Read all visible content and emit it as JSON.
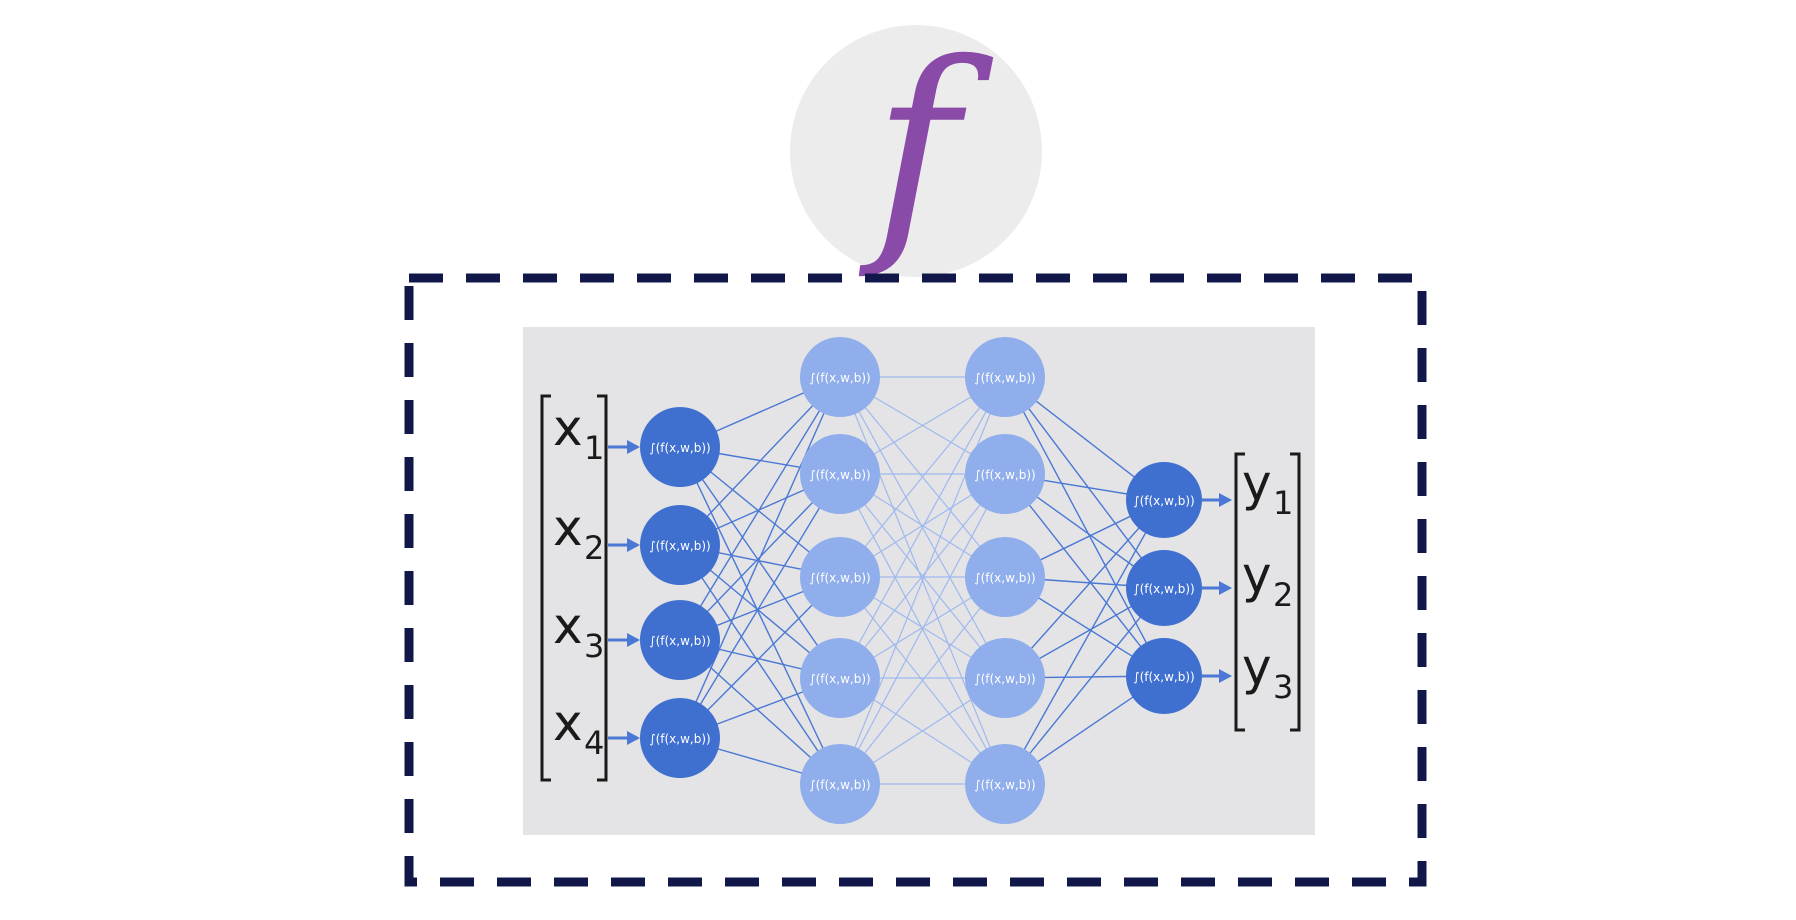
{
  "function_symbol": "f",
  "node_formula": "∫(f(x,w,b))",
  "inputs": [
    {
      "base": "x",
      "sub": "1"
    },
    {
      "base": "x",
      "sub": "2"
    },
    {
      "base": "x",
      "sub": "3"
    },
    {
      "base": "x",
      "sub": "4"
    }
  ],
  "outputs": [
    {
      "base": "y",
      "sub": "1"
    },
    {
      "base": "y",
      "sub": "2"
    },
    {
      "base": "y",
      "sub": "3"
    }
  ],
  "layer_sizes": [
    4,
    5,
    5,
    3
  ],
  "colors": {
    "function_circle": "#ececec",
    "function_symbol": "#8a4aa8",
    "dashed_border": "#111849",
    "panel_background": "#e4e4e6",
    "node_dark": "#3f6fcf",
    "node_light": "#8faeeb",
    "edge": "#4a78d4",
    "edge_light": "#9fb9ee",
    "text_dark": "#1a1a1a",
    "node_text": "#ffffff"
  }
}
